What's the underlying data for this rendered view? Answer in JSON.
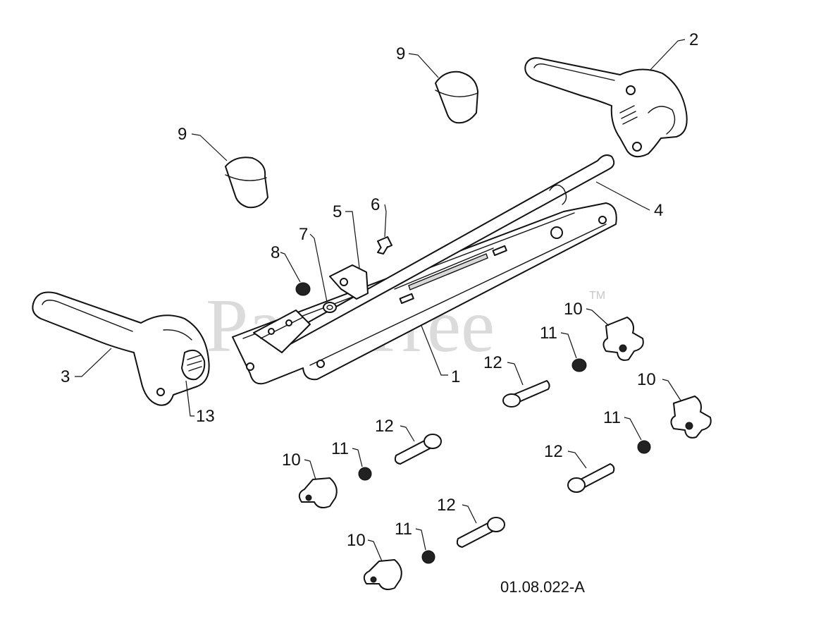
{
  "watermark": {
    "text": "PartsTree",
    "trademark": "TM"
  },
  "drawing_code": "01.08.022-A",
  "callouts": {
    "c1": "1",
    "c2": "2",
    "c3": "3",
    "c4": "4",
    "c5": "5",
    "c6": "6",
    "c7": "7",
    "c8": "8",
    "c9a": "9",
    "c9b": "9",
    "c10a": "10",
    "c10b": "10",
    "c10c": "10",
    "c10d": "10",
    "c11a": "11",
    "c11b": "11",
    "c11c": "11",
    "c11d": "11",
    "c12a": "12",
    "c12b": "12",
    "c12c": "12",
    "c12d": "12",
    "c13": "13"
  }
}
